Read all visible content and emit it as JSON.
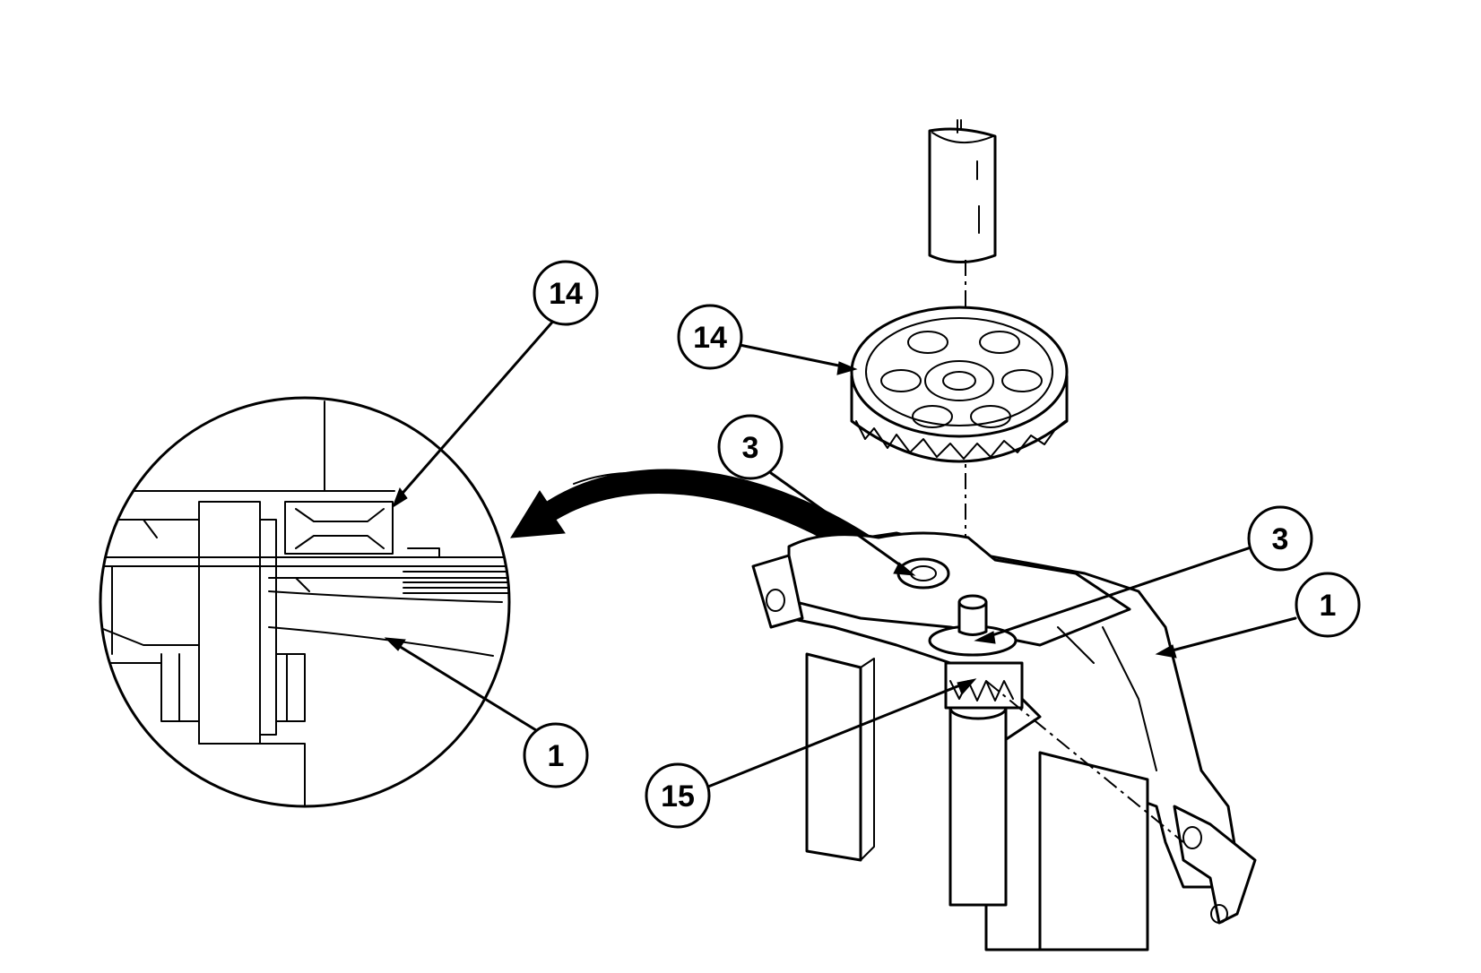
{
  "callouts": {
    "detail_14": "14",
    "detail_1": "1",
    "gear_14": "14",
    "cup_3": "3",
    "washer_3": "3",
    "housing_1": "1",
    "shaft_15": "15"
  }
}
